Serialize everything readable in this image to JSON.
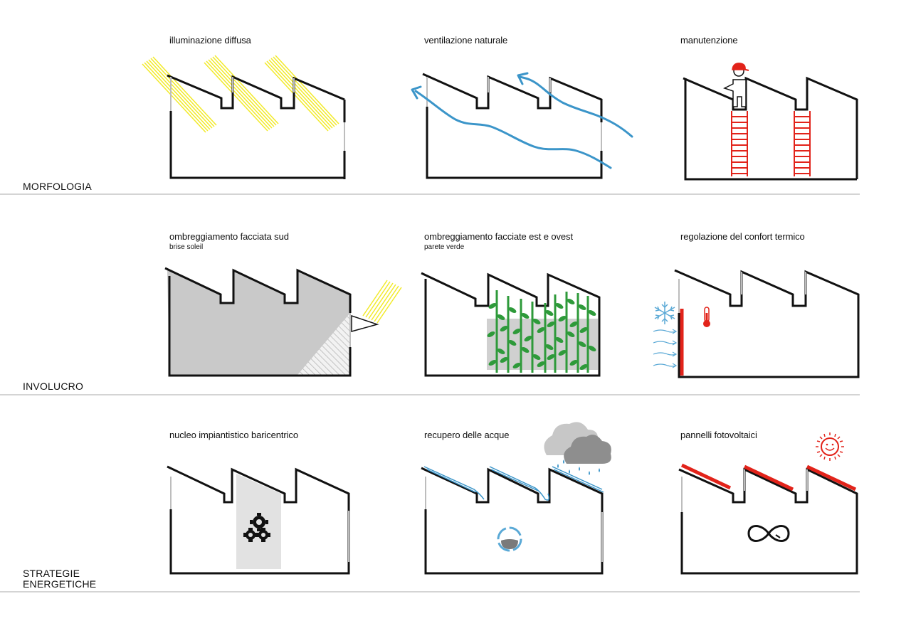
{
  "sections": [
    {
      "label": "MORFOLOGIA"
    },
    {
      "label": "INVOLUCRO"
    },
    {
      "label_line1": "STRATEGIE",
      "label_line2": "ENERGETICHE"
    }
  ],
  "panels": {
    "illuminazione": {
      "title": "illuminazione diffusa"
    },
    "ventilazione": {
      "title": "ventilazione naturale"
    },
    "manutenzione": {
      "title": "manutenzione"
    },
    "ombreggiamento_sud": {
      "title": "ombreggiamento facciata sud",
      "subtitle": "brise soleil"
    },
    "ombreggiamento_est_ovest": {
      "title": "ombreggiamento facciate est e ovest",
      "subtitle": "parete verde"
    },
    "comfort_termico": {
      "title": "regolazione del confort termico"
    },
    "nucleo": {
      "title": "nucleo impiantistico baricentrico"
    },
    "acque": {
      "title": "recupero delle acque"
    },
    "fotovoltaici": {
      "title": "pannelli fotovoltaici"
    }
  },
  "icons": [
    "sun-ray-icon",
    "wind-arrow-icon",
    "worker-icon",
    "ladder-icon",
    "vine-icon",
    "snowflake-icon",
    "thermometer-icon",
    "gears-icon",
    "cloud-rain-icon",
    "water-cycle-icon",
    "sun-face-icon",
    "infinity-plug-icon"
  ],
  "colors": {
    "line": "#111111",
    "yellow": "#f2ea2a",
    "blue": "#3b95c9",
    "red": "#e2231a",
    "green": "#2e9a3a",
    "grey_fill": "#c9c9c9",
    "light_grey": "#e2e2e2"
  }
}
